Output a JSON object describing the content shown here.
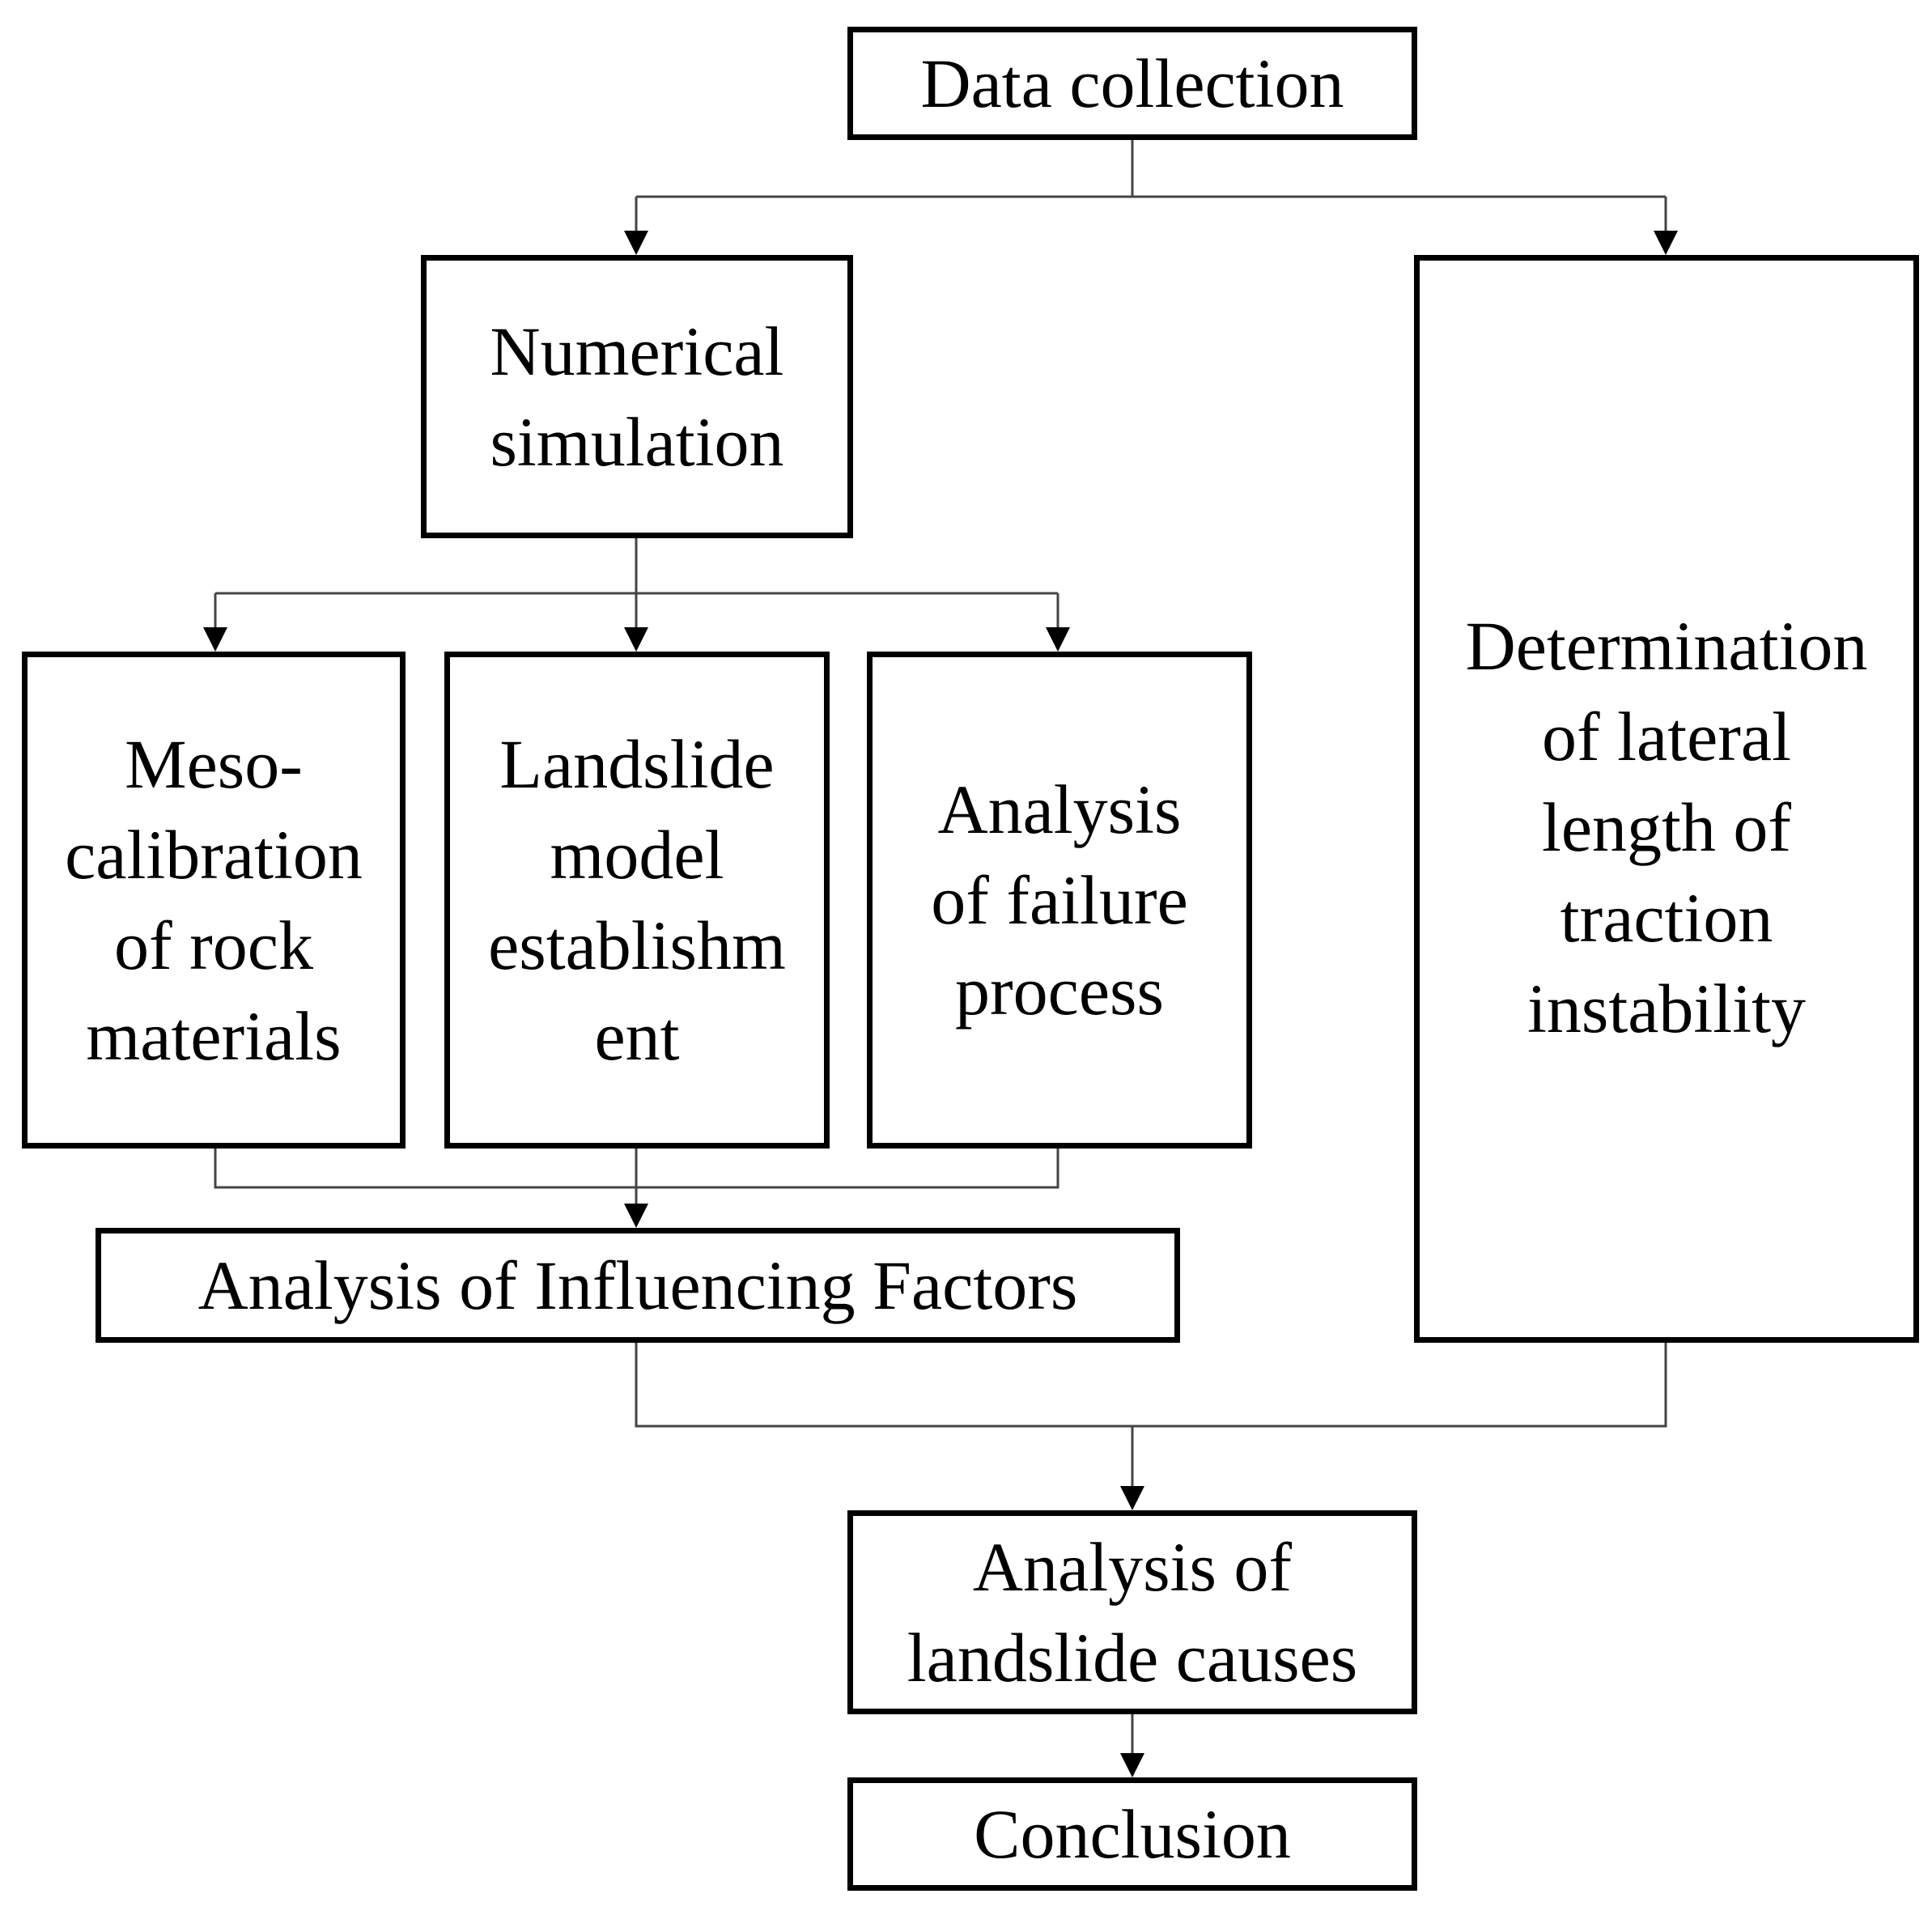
{
  "diagram": {
    "nodes": {
      "data_collection": "Data collection",
      "numerical_simulation": "Numerical\nsimulation",
      "meso_calibration": "Meso-\ncalibration\nof rock\nmaterials",
      "landslide_model": "Landslide\nmodel\nestablishm\nent",
      "failure_process": "Analysis\nof failure\nprocess",
      "influencing_factors": "Analysis of Influencing Factors",
      "lateral_length": "Determination\nof lateral\nlength of\ntraction\ninstability",
      "landslide_causes": "Analysis of\nlandslide causes",
      "conclusion": "Conclusion"
    },
    "edges": [
      {
        "from": "data_collection",
        "to": "numerical_simulation"
      },
      {
        "from": "data_collection",
        "to": "lateral_length"
      },
      {
        "from": "numerical_simulation",
        "to": "meso_calibration"
      },
      {
        "from": "numerical_simulation",
        "to": "landslide_model"
      },
      {
        "from": "numerical_simulation",
        "to": "failure_process"
      },
      {
        "from": "meso_calibration",
        "to": "influencing_factors"
      },
      {
        "from": "landslide_model",
        "to": "influencing_factors"
      },
      {
        "from": "failure_process",
        "to": "influencing_factors"
      },
      {
        "from": "influencing_factors",
        "to": "landslide_causes"
      },
      {
        "from": "lateral_length",
        "to": "landslide_causes"
      },
      {
        "from": "landslide_causes",
        "to": "conclusion"
      }
    ]
  }
}
